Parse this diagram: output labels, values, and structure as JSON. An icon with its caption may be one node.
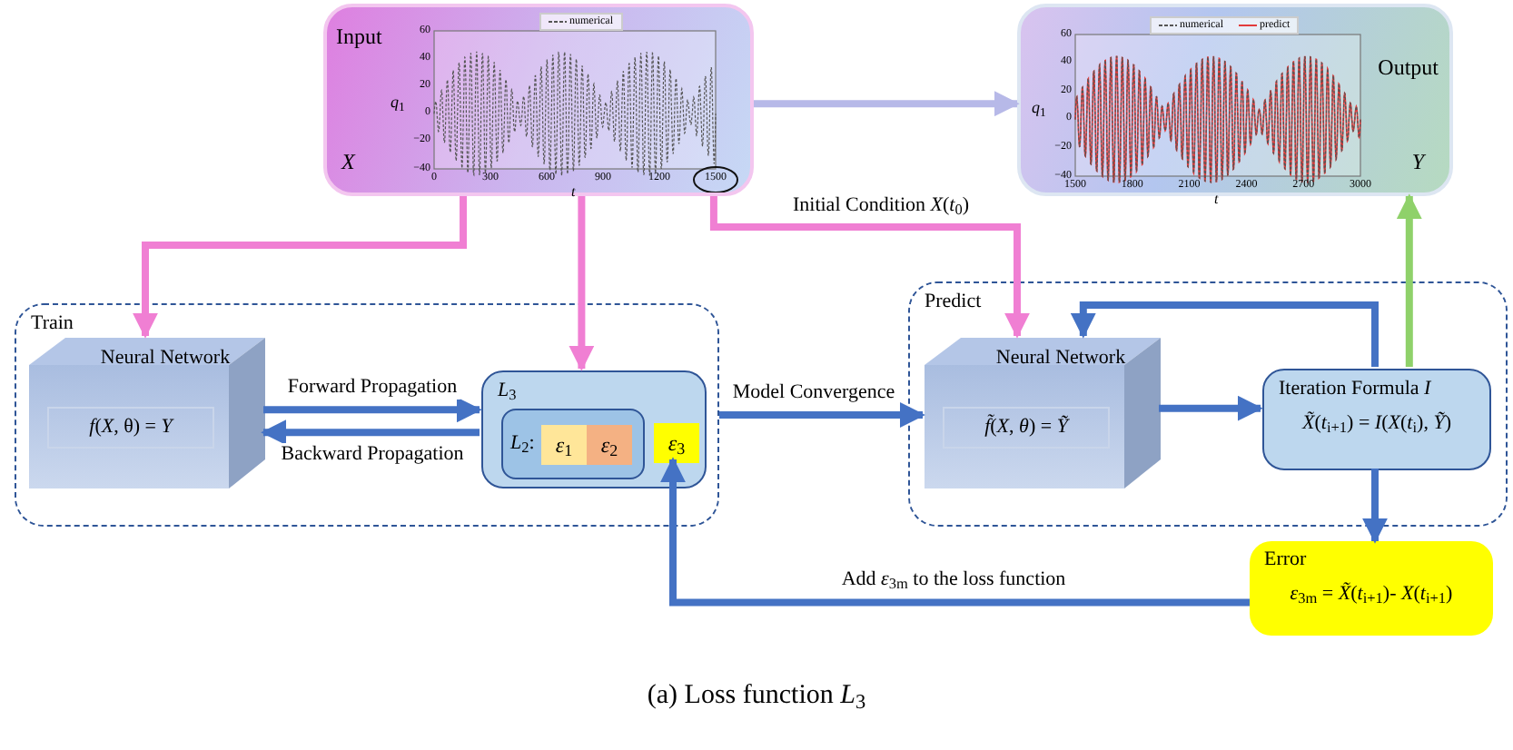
{
  "diagram": {
    "caption": "(a) Loss function *L*$_{3}$",
    "nodes": [
      {
        "text": [
          "Input",
          "X"
        ]
      },
      {
        "text": [
          "Output",
          "Y"
        ]
      },
      {
        "text": [
          "Train"
        ]
      },
      {
        "text": [
          "Neural Network",
          "*f*(*X*, θ) = *Y*"
        ],
        "in": 2
      },
      {
        "text": [
          "*L*$_{3}$"
        ],
        "in": 2
      },
      {
        "text": [
          "*L*$_{2}$:"
        ],
        "in": 4
      },
      {
        "text": [
          "*ε*$_{1}$"
        ],
        "in": 5
      },
      {
        "text": [
          "*ε*$_{2}$"
        ],
        "in": 5
      },
      {
        "text": [
          "*ε*$_{3}$"
        ],
        "in": 4
      },
      {
        "text": [
          "Predict"
        ]
      },
      {
        "text": [
          "Neural Network",
          "*f̃*(*X*, *θ*) = *Ỹ*"
        ],
        "in": 9
      },
      {
        "text": [
          "Iteration Formula *I*",
          "*X̃*(*t*$_{i+1}$) = *I*(*X*(*t*$_{i}$), *Ỹ*)"
        ],
        "in": 9
      },
      {
        "text": [
          "Error",
          "*ε*$_{3m}$ = *X̃*(*t*$_{i+1}$)- *X*(*t*$_{i+1}$)"
        ]
      }
    ],
    "edges": [
      {
        "from": 0,
        "to": 1,
        "arrow": "to",
        "color": "#b7b9e8"
      },
      {
        "from": 0,
        "to": 3,
        "arrow": "to",
        "color": "#f07fd3"
      },
      {
        "from": 0,
        "to": 4,
        "arrow": "to",
        "color": "#f07fd3"
      },
      {
        "from": 0,
        "to": 10,
        "arrow": "to",
        "color": "#f07fd3",
        "label": "Initial Condition *X*(*t*$_{0}$)"
      },
      {
        "from": 3,
        "to": 4,
        "arrow": "to",
        "label": "Forward Propagation"
      },
      {
        "from": 4,
        "to": 3,
        "arrow": "to",
        "label": "Backward Propagation"
      },
      {
        "from": 2,
        "to": 10,
        "arrow": "to",
        "label": "Model Convergence"
      },
      {
        "from": 10,
        "to": 11,
        "arrow": "to"
      },
      {
        "from": 11,
        "to": 10,
        "arrow": "to"
      },
      {
        "from": 11,
        "to": 1,
        "arrow": "to",
        "color": "#8fd16a"
      },
      {
        "from": 11,
        "to": 12,
        "arrow": "to"
      },
      {
        "from": 12,
        "to": 8,
        "arrow": "to",
        "label": "Add *ε*$_{3m}$ to the loss function"
      }
    ],
    "labels": [
      "60",
      "40",
      "20",
      "0",
      "−20",
      "−40",
      "*q*$_{1}$",
      "0",
      "300",
      "600",
      "900",
      "1200",
      "1500",
      "*t*",
      "60",
      "40",
      "20",
      "0",
      "−20",
      "−40",
      "*q*$_{1}$",
      "1500",
      "1800",
      "2100",
      "2400",
      "2700",
      "3000",
      "*t*"
    ],
    "legend": [
      {
        "text": "numerical"
      },
      {
        "text": "numerical"
      },
      {
        "text": "predict"
      }
    ]
  }
}
